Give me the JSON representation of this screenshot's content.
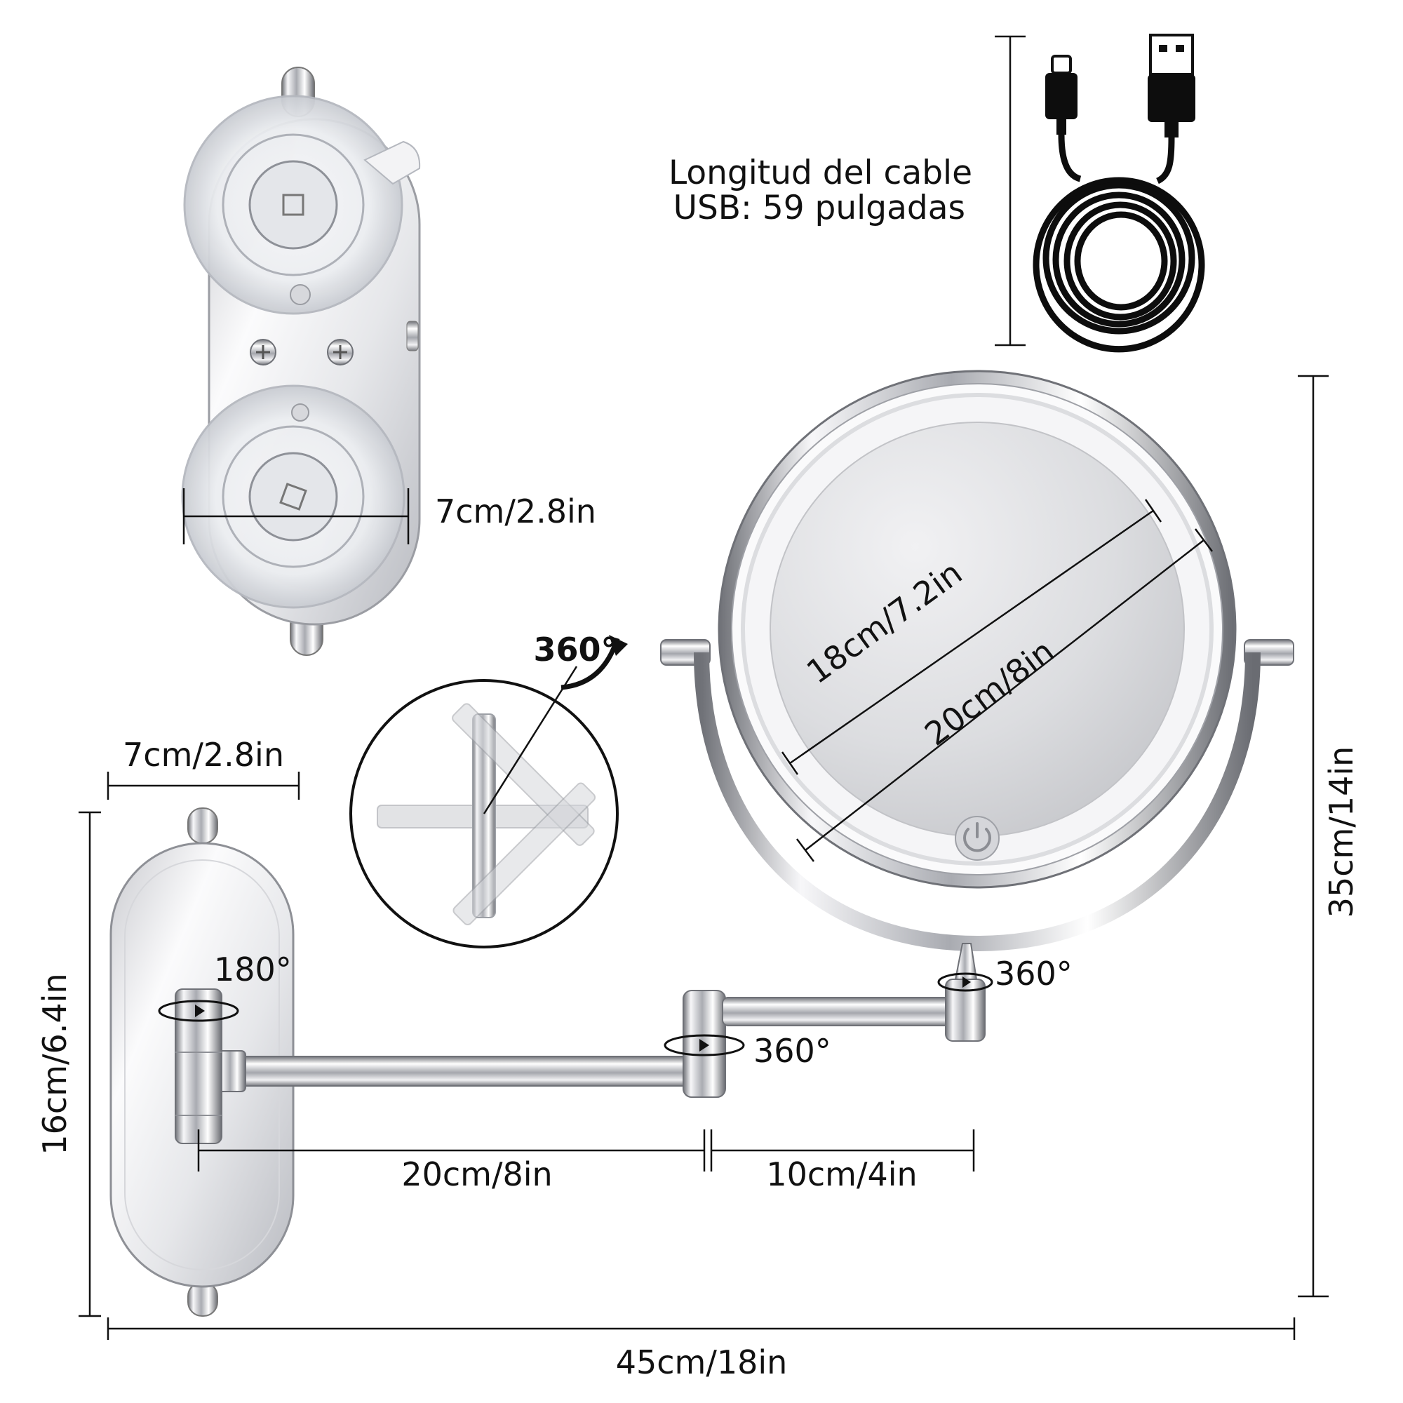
{
  "cable": {
    "label_line1": "Longitud del cable",
    "label_line2": "USB: 59 pulgadas"
  },
  "dimensions": {
    "suction_width": "7cm/2.8in",
    "plate_width": "7cm/2.8in",
    "plate_height": "16cm/6.4in",
    "arm_first_length": "20cm/8in",
    "arm_second_length": "10cm/4in",
    "overall_width": "45cm/18in",
    "overall_height": "35cm/14in",
    "mirror_inner_diameter": "18cm/7.2in",
    "mirror_outer_diameter": "20cm/8in"
  },
  "rotations": {
    "base_pivot": "180°",
    "middle_joint": "360°",
    "mirror_joint": "360°",
    "mirror_flip": "360°"
  },
  "icons": [
    "power-icon",
    "rotate-arrow-icon",
    "usb-c-plug-icon",
    "usb-a-plug-icon"
  ],
  "colors": {
    "chrome_light": "#f4f4f6",
    "chrome_dark": "#8a8c93",
    "line": "#111111",
    "cable": "#0d0d0d",
    "glass": "#d9dadd"
  }
}
